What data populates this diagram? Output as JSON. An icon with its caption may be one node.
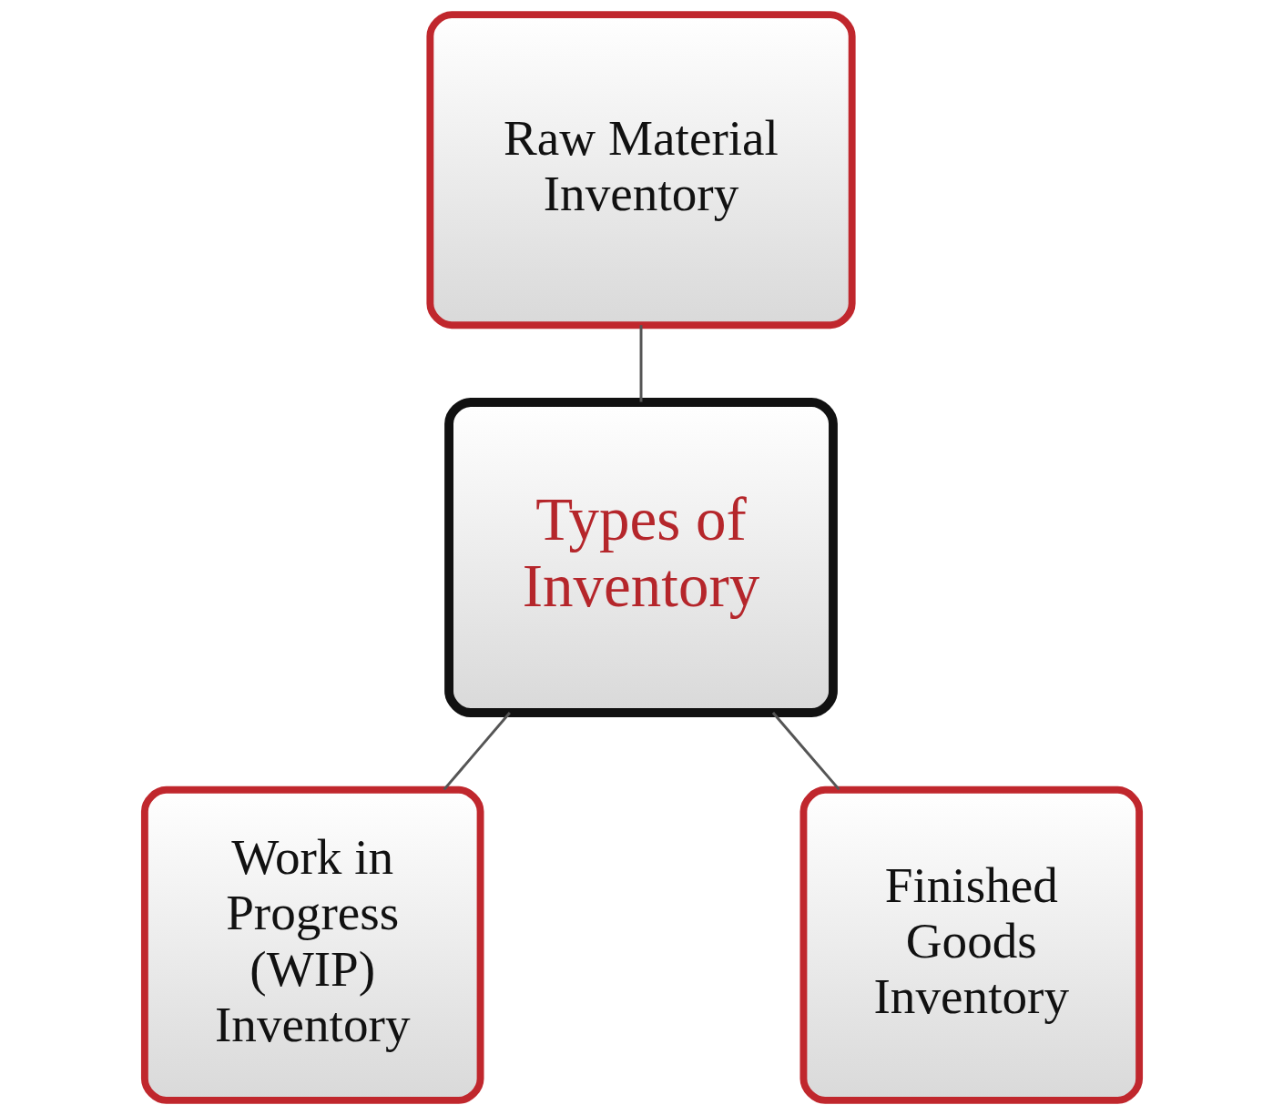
{
  "diagram": {
    "nodes": [
      {
        "text": [
          "Raw Material Inventory"
        ]
      },
      {
        "text": [
          "Types of Inventory"
        ]
      },
      {
        "text": [
          "Work in Progress (WIP) Inventory"
        ]
      },
      {
        "text": [
          "Finished Goods Inventory"
        ]
      }
    ],
    "edges": [
      {
        "from": 0,
        "to": 1,
        "arrow": "none"
      },
      {
        "from": 1,
        "to": 2,
        "arrow": "none"
      },
      {
        "from": 1,
        "to": 3,
        "arrow": "none"
      }
    ]
  }
}
